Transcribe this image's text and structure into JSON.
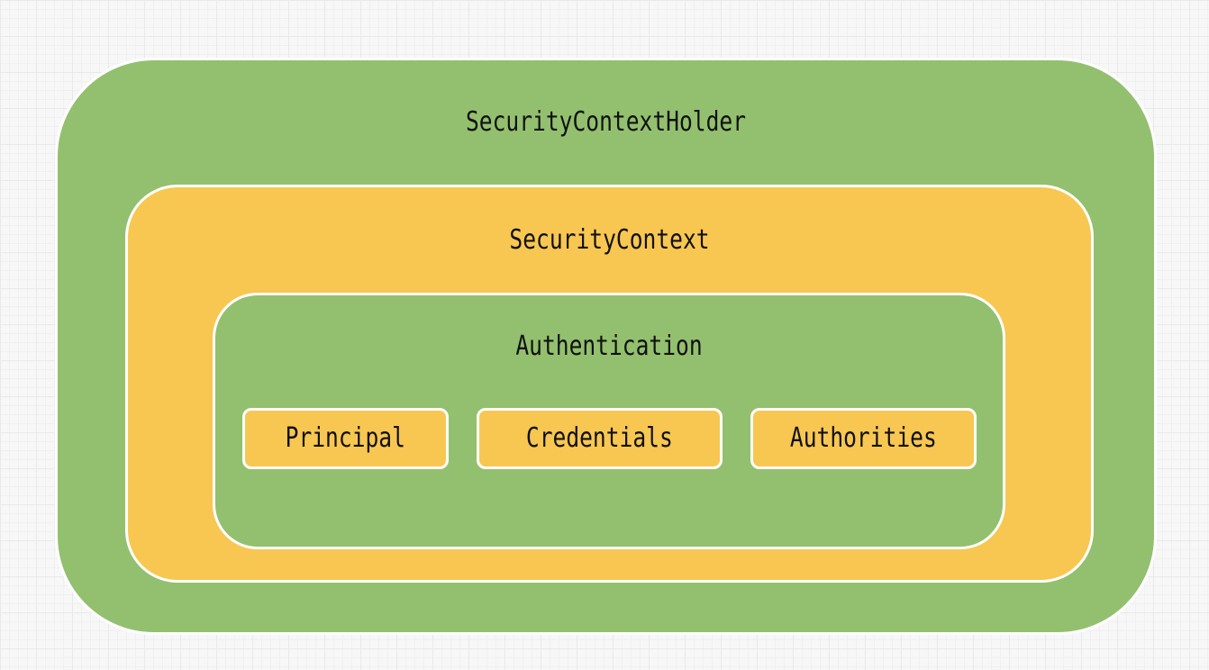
{
  "colors": {
    "outer_green": "#93c06e",
    "yellow": "#f8c752",
    "border": "#ffffff",
    "text": "#111111"
  },
  "diagram": {
    "holder": {
      "label": "SecurityContextHolder"
    },
    "context": {
      "label": "SecurityContext"
    },
    "authentication": {
      "label": "Authentication",
      "parts": [
        {
          "label": "Principal"
        },
        {
          "label": "Credentials"
        },
        {
          "label": "Authorities"
        }
      ]
    }
  }
}
